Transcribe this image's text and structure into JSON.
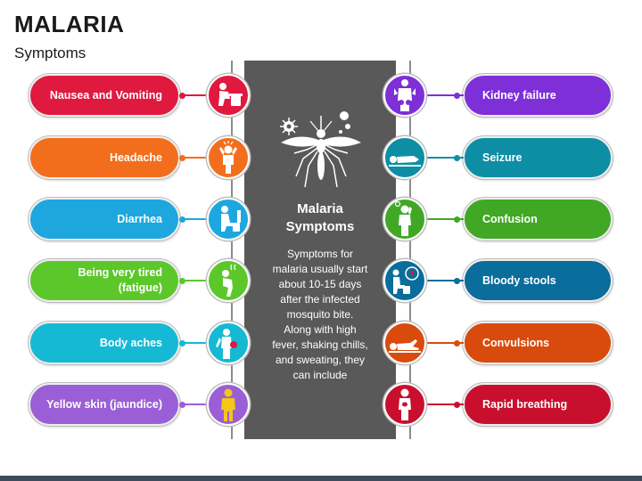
{
  "header": {
    "title": "MALARIA",
    "subtitle": "Symptoms"
  },
  "center": {
    "title_line1": "Malaria",
    "title_line2": "Symptoms",
    "body_lines": [
      "Symptoms for",
      "malaria usually start",
      "about 10-15 days",
      "after the infected",
      "mosquito bite.",
      "Along with high",
      "fever, shaking chills,",
      "and sweating, they",
      "can include"
    ]
  },
  "left_items": [
    {
      "label": "Nausea and Vomiting",
      "color": "#e0193f",
      "icon": "vomiting-person-icon"
    },
    {
      "label": "Headache",
      "color": "#f36e1c",
      "icon": "headache-person-icon"
    },
    {
      "label": "Diarrhea",
      "color": "#1ea7de",
      "icon": "toilet-person-icon"
    },
    {
      "label_line1": "Being very tired",
      "label_line2": "(fatigue)",
      "color": "#5cc72b",
      "icon": "tired-person-icon"
    },
    {
      "label": "Body aches",
      "color": "#16b9d4",
      "icon": "body-ache-person-icon"
    },
    {
      "label": "Yellow skin (jaundice)",
      "color": "#9a5fd6",
      "icon": "yellow-person-icon"
    }
  ],
  "right_items": [
    {
      "label": "Kidney failure",
      "color": "#7e2fd8",
      "icon": "kidney-pain-person-icon"
    },
    {
      "label": "Seizure",
      "color": "#0e8ea5",
      "icon": "lying-person-icon"
    },
    {
      "label": "Confusion",
      "color": "#40a825",
      "icon": "confused-person-icon"
    },
    {
      "label": "Bloody stools",
      "color": "#0a6d9b",
      "icon": "toilet-blood-icon"
    },
    {
      "label": "Convulsions",
      "color": "#d94b0c",
      "icon": "convulsion-person-icon"
    },
    {
      "label": "Rapid breathing",
      "color": "#c8102e",
      "icon": "breathing-person-icon"
    }
  ]
}
